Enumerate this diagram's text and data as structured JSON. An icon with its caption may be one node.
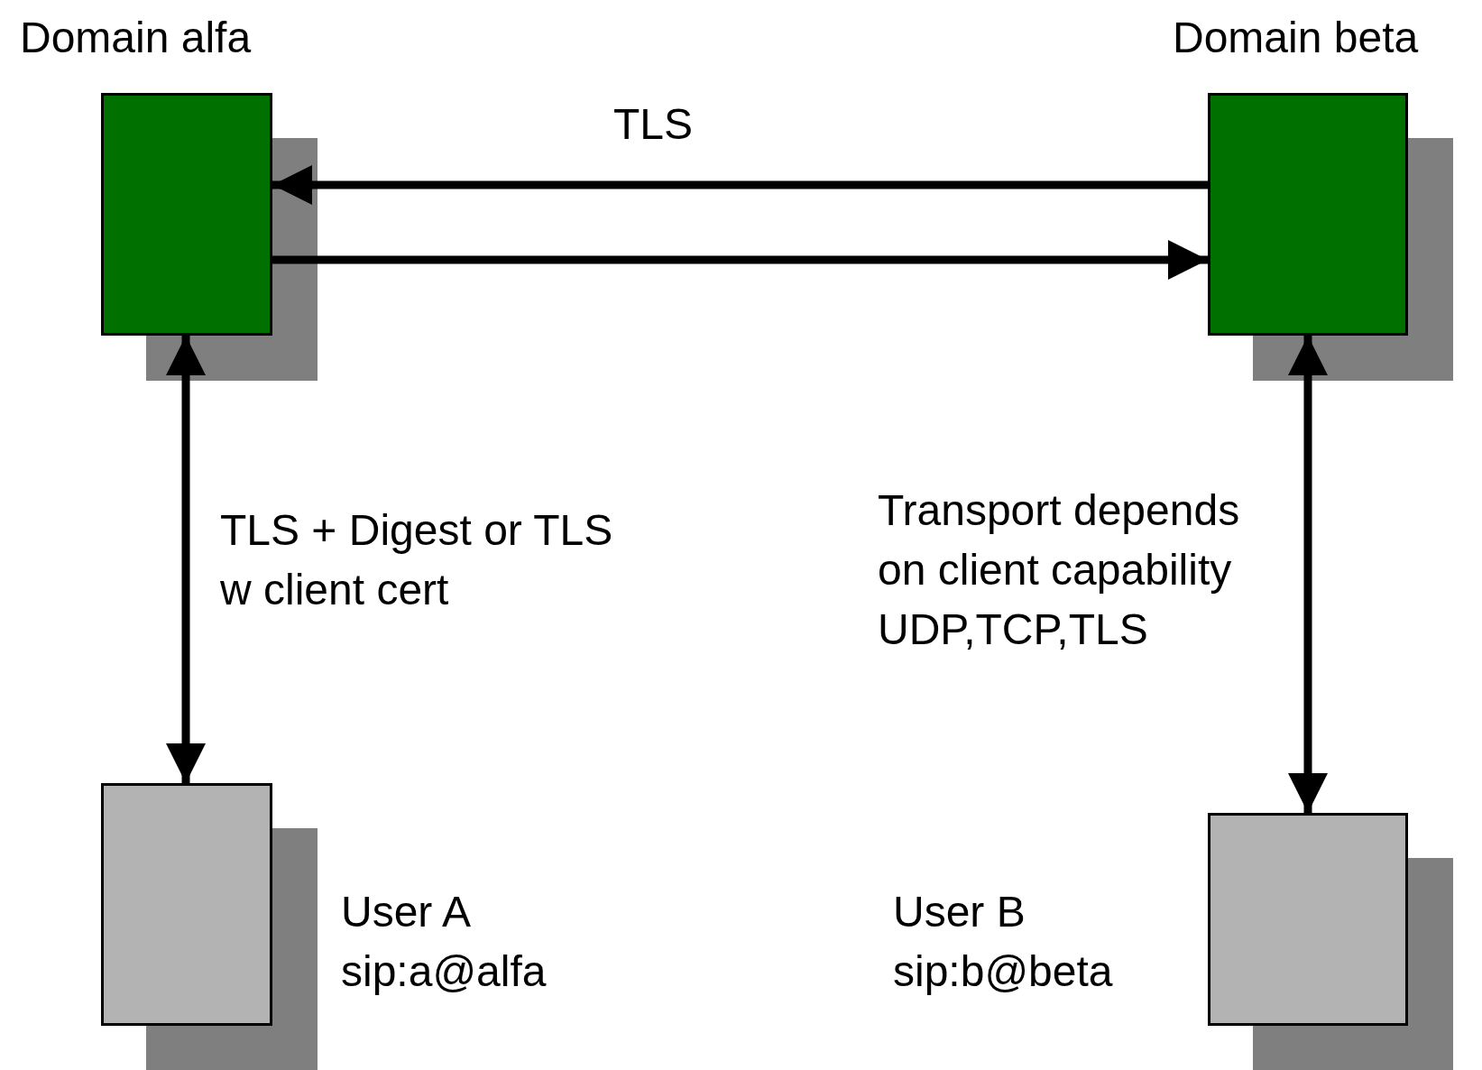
{
  "diagram": {
    "nodes": [
      {
        "text": [
          "Domain alfa"
        ]
      },
      {
        "text": [
          "Domain beta"
        ]
      },
      {
        "text": [],
        "shape": "box",
        "beside": [
          "User A",
          "sip:a@alfa"
        ]
      },
      {
        "text": [],
        "shape": "box",
        "beside": [
          "User B",
          "sip:b@beta"
        ]
      }
    ],
    "edges": [
      {
        "from": 1,
        "to": 0,
        "arrow": "to",
        "label": "TLS"
      },
      {
        "from": 0,
        "to": 1,
        "arrow": "to"
      },
      {
        "from": 0,
        "to": 2,
        "arrow": "both",
        "label": "TLS + Digest or TLS w client cert"
      },
      {
        "from": 1,
        "to": 3,
        "arrow": "both",
        "label": "Transport depends on client capability UDP,TCP,TLS"
      }
    ]
  }
}
